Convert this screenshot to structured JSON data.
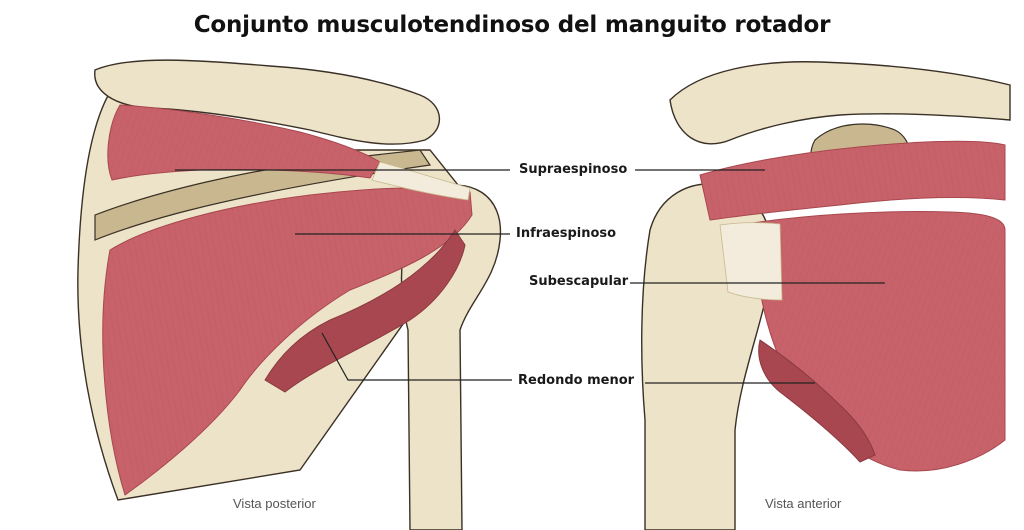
{
  "title": "Conjunto musculotendinoso del manguito rotador",
  "labels": {
    "supraespinoso": "Supraespinoso",
    "infraespinoso": "Infraespinoso",
    "subescapular": "Subescapular",
    "redondo_menor": "Redondo menor"
  },
  "captions": {
    "posterior": "Vista posterior",
    "anterior": "Vista anterior"
  },
  "colors": {
    "muscle": "#c8626a",
    "muscle_dark": "#a8474f",
    "bone": "#ede3c8",
    "bone_shadow": "#c9b88f",
    "outline": "#3a3026",
    "leader": "#222222"
  }
}
